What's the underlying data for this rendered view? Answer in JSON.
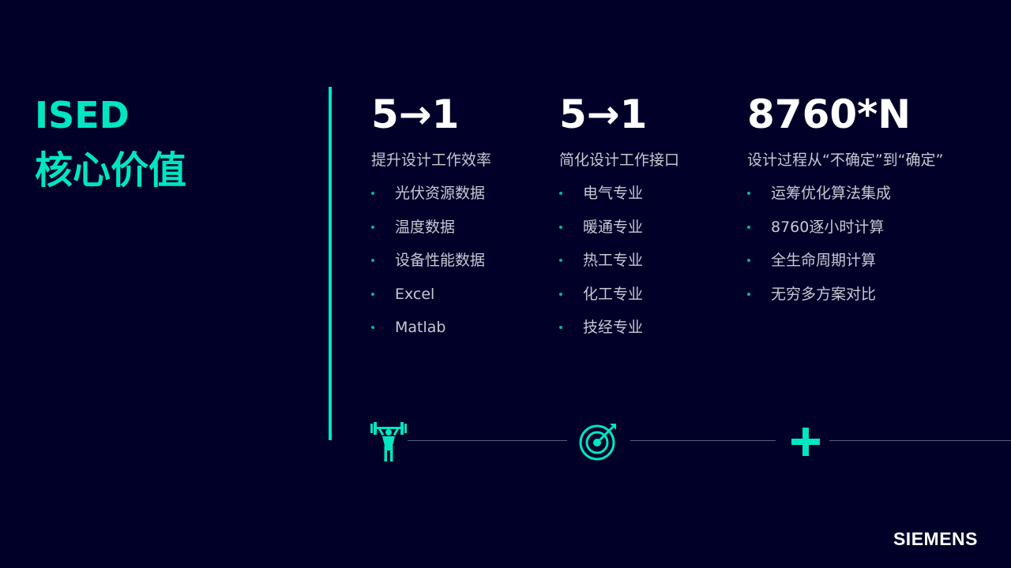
{
  "title": {
    "line1": "ISED",
    "line2": "核心价值"
  },
  "columns": [
    {
      "headline": "5→1",
      "subtitle": "提升设计工作效率",
      "items": [
        "光伏资源数据",
        "温度数据",
        "设备性能数据",
        "Excel",
        "Matlab"
      ],
      "icon": "weightlifter-icon"
    },
    {
      "headline": "5→1",
      "subtitle": "简化设计工作接口",
      "items": [
        "电气专业",
        "暖通专业",
        "热工专业",
        "化工专业",
        "技经专业"
      ],
      "icon": "target-icon"
    },
    {
      "headline": "8760*N",
      "subtitle": "设计过程从“不确定”到“确定”",
      "items": [
        "运筹优化算法集成",
        "8760逐小时计算",
        "全生命周期计算",
        "无穷多方案对比"
      ],
      "icon": "plus-icon"
    }
  ],
  "brand": {
    "logo": "SIEMENS"
  },
  "colors": {
    "background": "#000028",
    "accent": "#00e6c3",
    "text": "#ffffff",
    "muted": "#c8c8d4"
  }
}
